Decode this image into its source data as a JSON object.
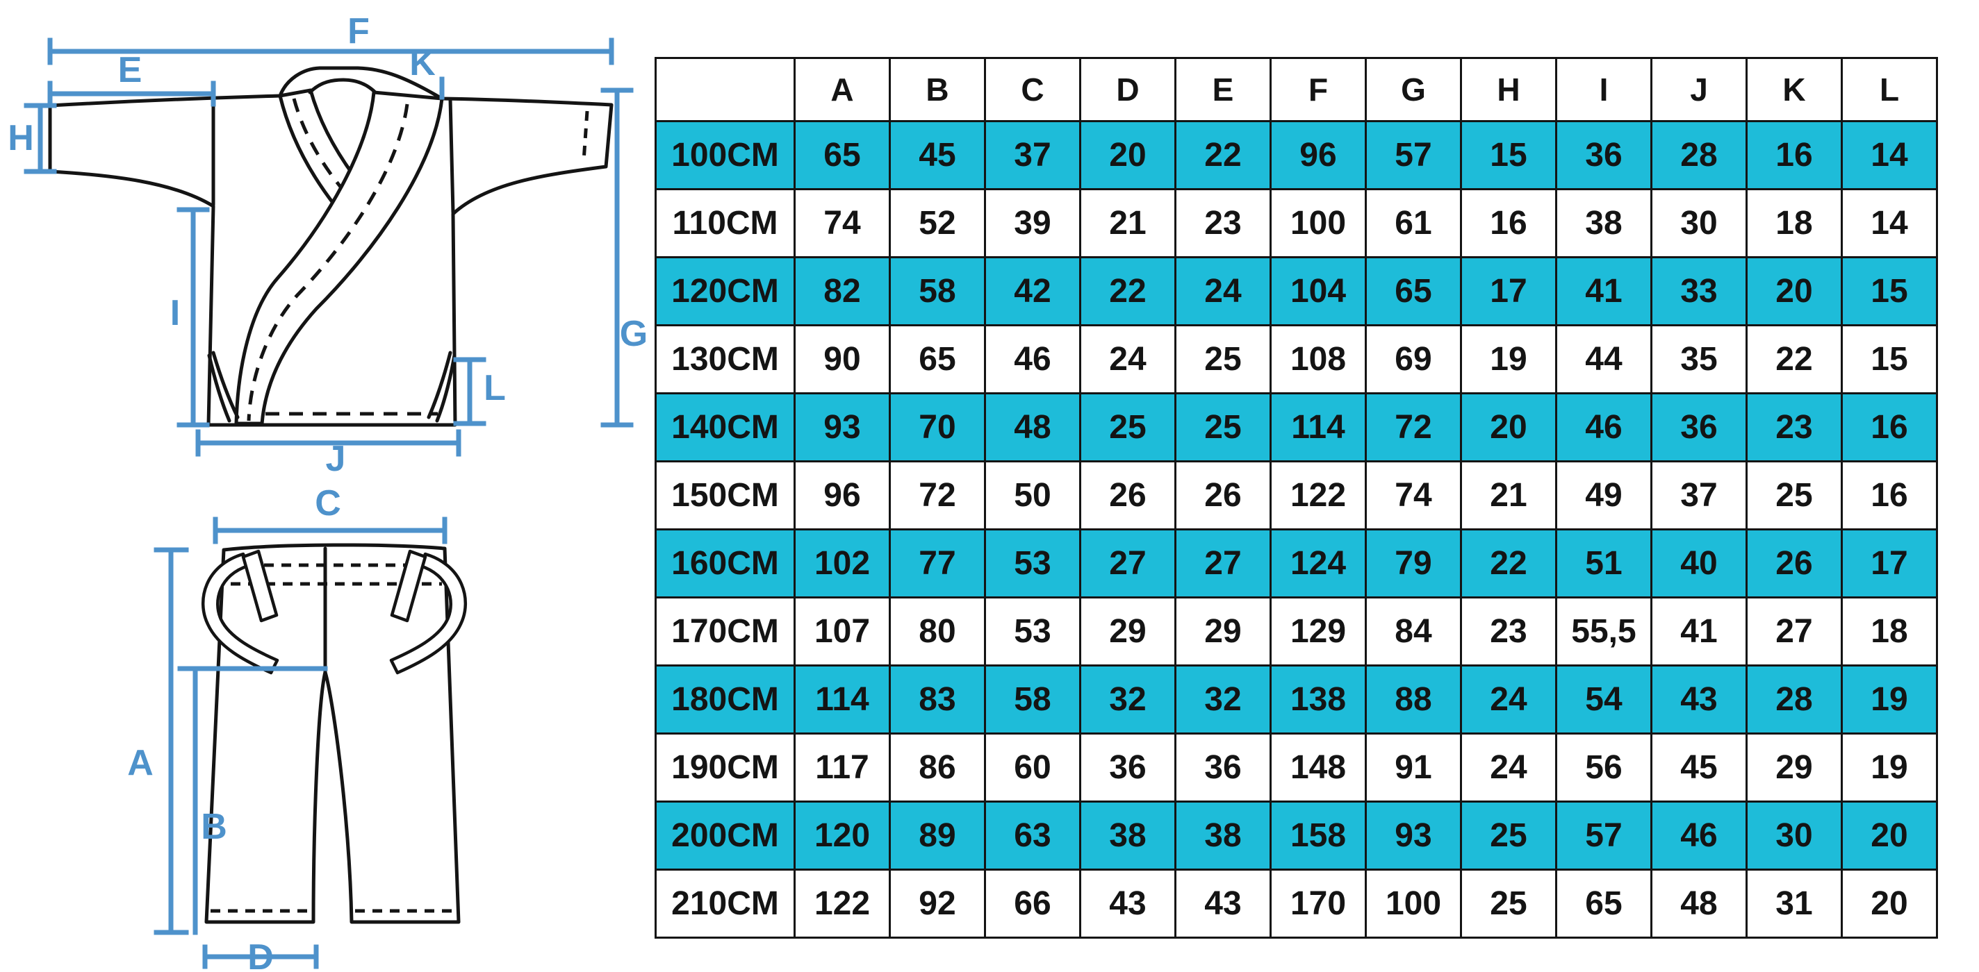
{
  "colors": {
    "row_highlight": "#1ebcd9",
    "measurement_blue": "#4e92cb",
    "line_black": "#141414"
  },
  "diagram": {
    "jacket": {
      "name": "gi-jacket-measurement-diagram",
      "labels": {
        "F": "F",
        "E": "E",
        "K": "K",
        "H": "H",
        "G": "G",
        "I": "I",
        "L": "L",
        "J": "J"
      }
    },
    "pants": {
      "name": "gi-pants-measurement-diagram",
      "labels": {
        "C": "C",
        "A": "A",
        "B": "B",
        "D": "D"
      }
    }
  },
  "table": {
    "corner_label": "",
    "columns": [
      "A",
      "B",
      "C",
      "D",
      "E",
      "F",
      "G",
      "H",
      "I",
      "J",
      "K",
      "L"
    ],
    "rows": [
      {
        "size": "100CM",
        "highlighted": true,
        "values": [
          "65",
          "45",
          "37",
          "20",
          "22",
          "96",
          "57",
          "15",
          "36",
          "28",
          "16",
          "14"
        ]
      },
      {
        "size": "110CM",
        "highlighted": false,
        "values": [
          "74",
          "52",
          "39",
          "21",
          "23",
          "100",
          "61",
          "16",
          "38",
          "30",
          "18",
          "14"
        ]
      },
      {
        "size": "120CM",
        "highlighted": true,
        "values": [
          "82",
          "58",
          "42",
          "22",
          "24",
          "104",
          "65",
          "17",
          "41",
          "33",
          "20",
          "15"
        ]
      },
      {
        "size": "130CM",
        "highlighted": false,
        "values": [
          "90",
          "65",
          "46",
          "24",
          "25",
          "108",
          "69",
          "19",
          "44",
          "35",
          "22",
          "15"
        ]
      },
      {
        "size": "140CM",
        "highlighted": true,
        "values": [
          "93",
          "70",
          "48",
          "25",
          "25",
          "114",
          "72",
          "20",
          "46",
          "36",
          "23",
          "16"
        ]
      },
      {
        "size": "150CM",
        "highlighted": false,
        "values": [
          "96",
          "72",
          "50",
          "26",
          "26",
          "122",
          "74",
          "21",
          "49",
          "37",
          "25",
          "16"
        ]
      },
      {
        "size": "160CM",
        "highlighted": true,
        "values": [
          "102",
          "77",
          "53",
          "27",
          "27",
          "124",
          "79",
          "22",
          "51",
          "40",
          "26",
          "17"
        ]
      },
      {
        "size": "170CM",
        "highlighted": false,
        "values": [
          "107",
          "80",
          "53",
          "29",
          "29",
          "129",
          "84",
          "23",
          "55,5",
          "41",
          "27",
          "18"
        ]
      },
      {
        "size": "180CM",
        "highlighted": true,
        "values": [
          "114",
          "83",
          "58",
          "32",
          "32",
          "138",
          "88",
          "24",
          "54",
          "43",
          "28",
          "19"
        ]
      },
      {
        "size": "190CM",
        "highlighted": false,
        "values": [
          "117",
          "86",
          "60",
          "36",
          "36",
          "148",
          "91",
          "24",
          "56",
          "45",
          "29",
          "19"
        ]
      },
      {
        "size": "200CM",
        "highlighted": true,
        "values": [
          "120",
          "89",
          "63",
          "38",
          "38",
          "158",
          "93",
          "25",
          "57",
          "46",
          "30",
          "20"
        ]
      },
      {
        "size": "210CM",
        "highlighted": false,
        "values": [
          "122",
          "92",
          "66",
          "43",
          "43",
          "170",
          "100",
          "25",
          "65",
          "48",
          "31",
          "20"
        ]
      }
    ]
  }
}
